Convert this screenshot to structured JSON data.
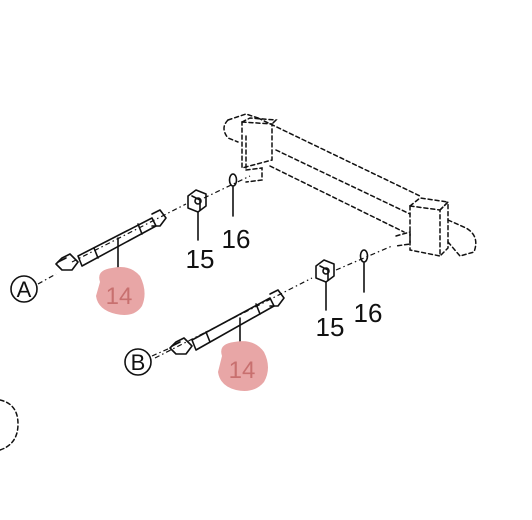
{
  "colors": {
    "callout_highlight": "#e8a6a6",
    "callout_text": "#c8706f",
    "line": "#111111"
  },
  "labels": {
    "circle_a": "A",
    "circle_b": "B",
    "part_14_upper": "14",
    "part_14_lower": "14",
    "part_15_upper": "15",
    "part_15_lower": "15",
    "part_16_upper": "16",
    "part_16_lower": "16"
  }
}
